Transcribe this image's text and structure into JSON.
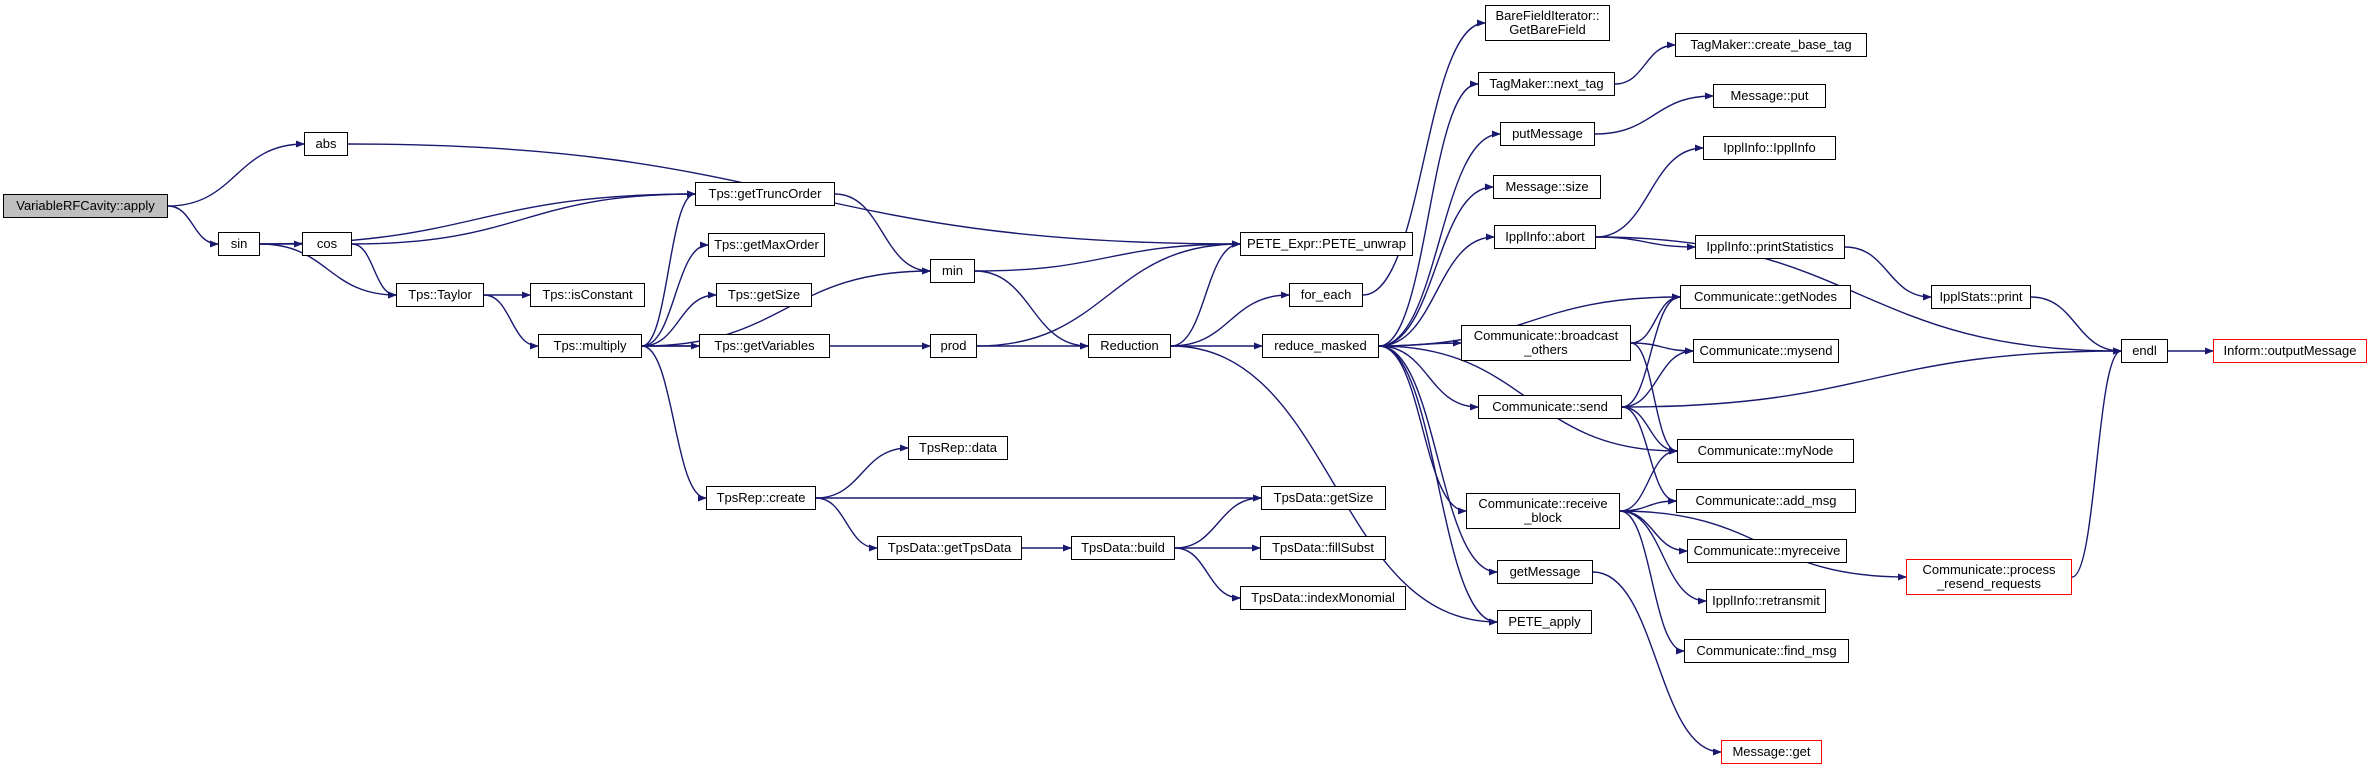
{
  "graph": {
    "type": "call-graph",
    "edge_color": "#191970",
    "root_fill": "#bfbfbf",
    "truncated_border": "#ff0000",
    "nodes": {
      "root": "VariableRFCavity::apply",
      "abs": "abs",
      "sin": "sin",
      "cos": "cos",
      "getTruncOrder": "Tps::getTruncOrder",
      "getMaxOrder": "Tps::getMaxOrder",
      "taylor": "Tps::Taylor",
      "isConstant": "Tps::isConstant",
      "getSize": "Tps::getSize",
      "multiply": "Tps::multiply",
      "getVariables": "Tps::getVariables",
      "min": "min",
      "prod": "prod",
      "tpsrepData": "TpsRep::data",
      "tpsrepCreate": "TpsRep::create",
      "getTpsData": "TpsData::getTpsData",
      "tpsdataBuild": "TpsData::build",
      "tpsdataGetSize": "TpsData::getSize",
      "fillSubst": "TpsData::fillSubst",
      "indexMonomial": "TpsData::indexMonomial",
      "reduction": "Reduction",
      "peteUnwrap": "PETE_Expr::PETE_unwrap",
      "forEach": "for_each",
      "reduceMasked": "reduce_masked",
      "bareField": "BareFieldIterator::\nGetBareField",
      "nextTag": "TagMaker::next_tag",
      "createBaseTag": "TagMaker::create_base_tag",
      "putMessage": "putMessage",
      "messagePut": "Message::put",
      "messageSize": "Message::size",
      "ipplInfo": "IpplInfo::IpplInfo",
      "abort": "IpplInfo::abort",
      "printStatistics": "IpplInfo::printStatistics",
      "ipplStatsPrint": "IpplStats::print",
      "endl": "endl",
      "outputMessage": "Inform::outputMessage",
      "broadcastOthers": "Communicate::broadcast\n_others",
      "getNodes": "Communicate::getNodes",
      "mysend": "Communicate::mysend",
      "send": "Communicate::send",
      "myNode": "Communicate::myNode",
      "addMsg": "Communicate::add_msg",
      "receiveBlock": "Communicate::receive\n_block",
      "myreceive": "Communicate::myreceive",
      "retransmit": "IpplInfo::retransmit",
      "findMsg": "Communicate::find_msg",
      "processResend": "Communicate::process\n_resend_requests",
      "getMessage": "getMessage",
      "peteApply": "PETE_apply",
      "messageGet": "Message::get"
    }
  }
}
